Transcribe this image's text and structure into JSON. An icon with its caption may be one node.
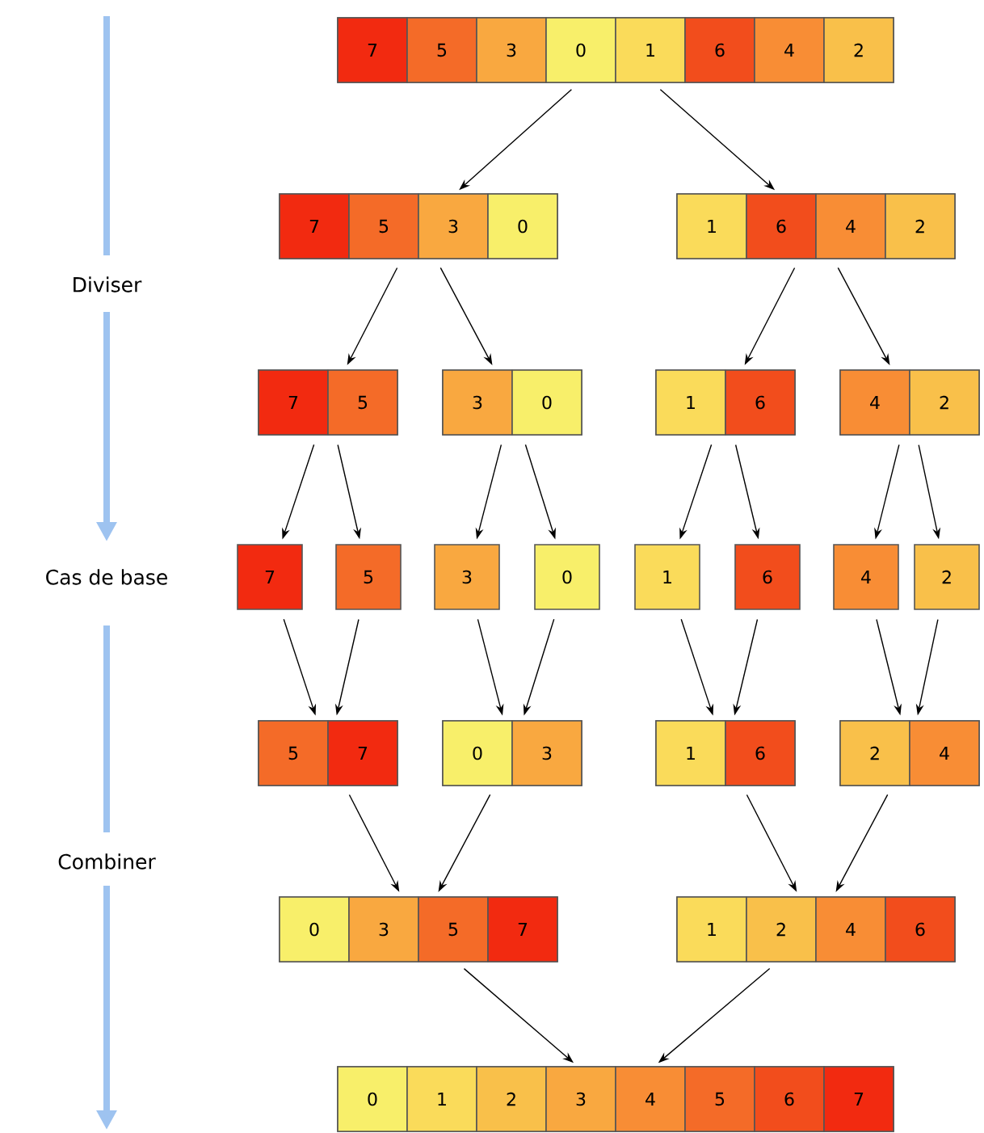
{
  "diagram": {
    "nodes": [
      {
        "text": [],
        "shape": "box"
      },
      {
        "text": [
          "7"
        ],
        "in": 0
      },
      {
        "text": [
          "5"
        ],
        "in": 0
      },
      {
        "text": [
          "3"
        ],
        "in": 0
      },
      {
        "text": [
          "0"
        ],
        "in": 0
      },
      {
        "text": [
          "1"
        ],
        "in": 0
      },
      {
        "text": [
          "6"
        ],
        "in": 0
      },
      {
        "text": [
          "4"
        ],
        "in": 0
      },
      {
        "text": [
          "2"
        ],
        "in": 0
      },
      {
        "text": [],
        "shape": "box"
      },
      {
        "text": [
          "7"
        ],
        "in": 9
      },
      {
        "text": [
          "5"
        ],
        "in": 9
      },
      {
        "text": [
          "3"
        ],
        "in": 9
      },
      {
        "text": [
          "0"
        ],
        "in": 9
      },
      {
        "text": [],
        "shape": "box"
      },
      {
        "text": [
          "1"
        ],
        "in": 14
      },
      {
        "text": [
          "6"
        ],
        "in": 14
      },
      {
        "text": [
          "4"
        ],
        "in": 14
      },
      {
        "text": [
          "2"
        ],
        "in": 14
      },
      {
        "text": [],
        "shape": "box"
      },
      {
        "text": [
          "7"
        ],
        "in": 19
      },
      {
        "text": [
          "5"
        ],
        "in": 19
      },
      {
        "text": [],
        "shape": "box"
      },
      {
        "text": [
          "3"
        ],
        "in": 22
      },
      {
        "text": [
          "0"
        ],
        "in": 22
      },
      {
        "text": [],
        "shape": "box"
      },
      {
        "text": [
          "1"
        ],
        "in": 25
      },
      {
        "text": [
          "6"
        ],
        "in": 25
      },
      {
        "text": [],
        "shape": "box"
      },
      {
        "text": [
          "4"
        ],
        "in": 28
      },
      {
        "text": [
          "2"
        ],
        "in": 28
      },
      {
        "text": [
          "7"
        ]
      },
      {
        "text": [
          "5"
        ]
      },
      {
        "text": [
          "3"
        ]
      },
      {
        "text": [
          "0"
        ]
      },
      {
        "text": [
          "1"
        ]
      },
      {
        "text": [
          "6"
        ]
      },
      {
        "text": [
          "4"
        ]
      },
      {
        "text": [
          "2"
        ]
      },
      {
        "text": [],
        "shape": "box"
      },
      {
        "text": [
          "5"
        ],
        "in": 39
      },
      {
        "text": [
          "7"
        ],
        "in": 39
      },
      {
        "text": [],
        "shape": "box"
      },
      {
        "text": [
          "0"
        ],
        "in": 42
      },
      {
        "text": [
          "3"
        ],
        "in": 42
      },
      {
        "text": [],
        "shape": "box"
      },
      {
        "text": [
          "1"
        ],
        "in": 45
      },
      {
        "text": [
          "6"
        ],
        "in": 45
      },
      {
        "text": [],
        "shape": "box"
      },
      {
        "text": [
          "2"
        ],
        "in": 48
      },
      {
        "text": [
          "4"
        ],
        "in": 48
      },
      {
        "text": [],
        "shape": "box"
      },
      {
        "text": [
          "0"
        ],
        "in": 51
      },
      {
        "text": [
          "3"
        ],
        "in": 51
      },
      {
        "text": [
          "5"
        ],
        "in": 51
      },
      {
        "text": [
          "7"
        ],
        "in": 51
      },
      {
        "text": [],
        "shape": "box"
      },
      {
        "text": [
          "1"
        ],
        "in": 56
      },
      {
        "text": [
          "2"
        ],
        "in": 56
      },
      {
        "text": [
          "4"
        ],
        "in": 56
      },
      {
        "text": [
          "6"
        ],
        "in": 56
      },
      {
        "text": [],
        "shape": "box"
      },
      {
        "text": [
          "0"
        ],
        "in": 61
      },
      {
        "text": [
          "1"
        ],
        "in": 61
      },
      {
        "text": [
          "2"
        ],
        "in": 61
      },
      {
        "text": [
          "3"
        ],
        "in": 61
      },
      {
        "text": [
          "4"
        ],
        "in": 61
      },
      {
        "text": [
          "5"
        ],
        "in": 61
      },
      {
        "text": [
          "6"
        ],
        "in": 61
      },
      {
        "text": [
          "7"
        ],
        "in": 61
      }
    ],
    "edges": [
      {
        "from": 0,
        "to": 9,
        "arrow": "to"
      },
      {
        "from": 0,
        "to": 14,
        "arrow": "to"
      },
      {
        "from": 9,
        "to": 19,
        "arrow": "to"
      },
      {
        "from": 9,
        "to": 22,
        "arrow": "to"
      },
      {
        "from": 14,
        "to": 25,
        "arrow": "to"
      },
      {
        "from": 14,
        "to": 28,
        "arrow": "to"
      },
      {
        "from": 19,
        "to": 31,
        "arrow": "to"
      },
      {
        "from": 19,
        "to": 32,
        "arrow": "to"
      },
      {
        "from": 22,
        "to": 33,
        "arrow": "to"
      },
      {
        "from": 22,
        "to": 34,
        "arrow": "to"
      },
      {
        "from": 25,
        "to": 35,
        "arrow": "to"
      },
      {
        "from": 25,
        "to": 36,
        "arrow": "to"
      },
      {
        "from": 28,
        "to": 37,
        "arrow": "to"
      },
      {
        "from": 28,
        "to": 38,
        "arrow": "to"
      },
      {
        "from": 31,
        "to": 39,
        "arrow": "to"
      },
      {
        "from": 32,
        "to": 39,
        "arrow": "to"
      },
      {
        "from": 33,
        "to": 42,
        "arrow": "to"
      },
      {
        "from": 34,
        "to": 42,
        "arrow": "to"
      },
      {
        "from": 35,
        "to": 45,
        "arrow": "to"
      },
      {
        "from": 36,
        "to": 45,
        "arrow": "to"
      },
      {
        "from": 37,
        "to": 48,
        "arrow": "to"
      },
      {
        "from": 38,
        "to": 48,
        "arrow": "to"
      },
      {
        "from": 39,
        "to": 51,
        "arrow": "to"
      },
      {
        "from": 42,
        "to": 51,
        "arrow": "to"
      },
      {
        "from": 45,
        "to": 56,
        "arrow": "to"
      },
      {
        "from": 48,
        "to": 56,
        "arrow": "to"
      },
      {
        "from": 51,
        "to": 61,
        "arrow": "to"
      },
      {
        "from": 56,
        "to": 61,
        "arrow": "to"
      }
    ],
    "labels": [
      "Diviser",
      "Cas de base",
      "Combiner"
    ]
  }
}
